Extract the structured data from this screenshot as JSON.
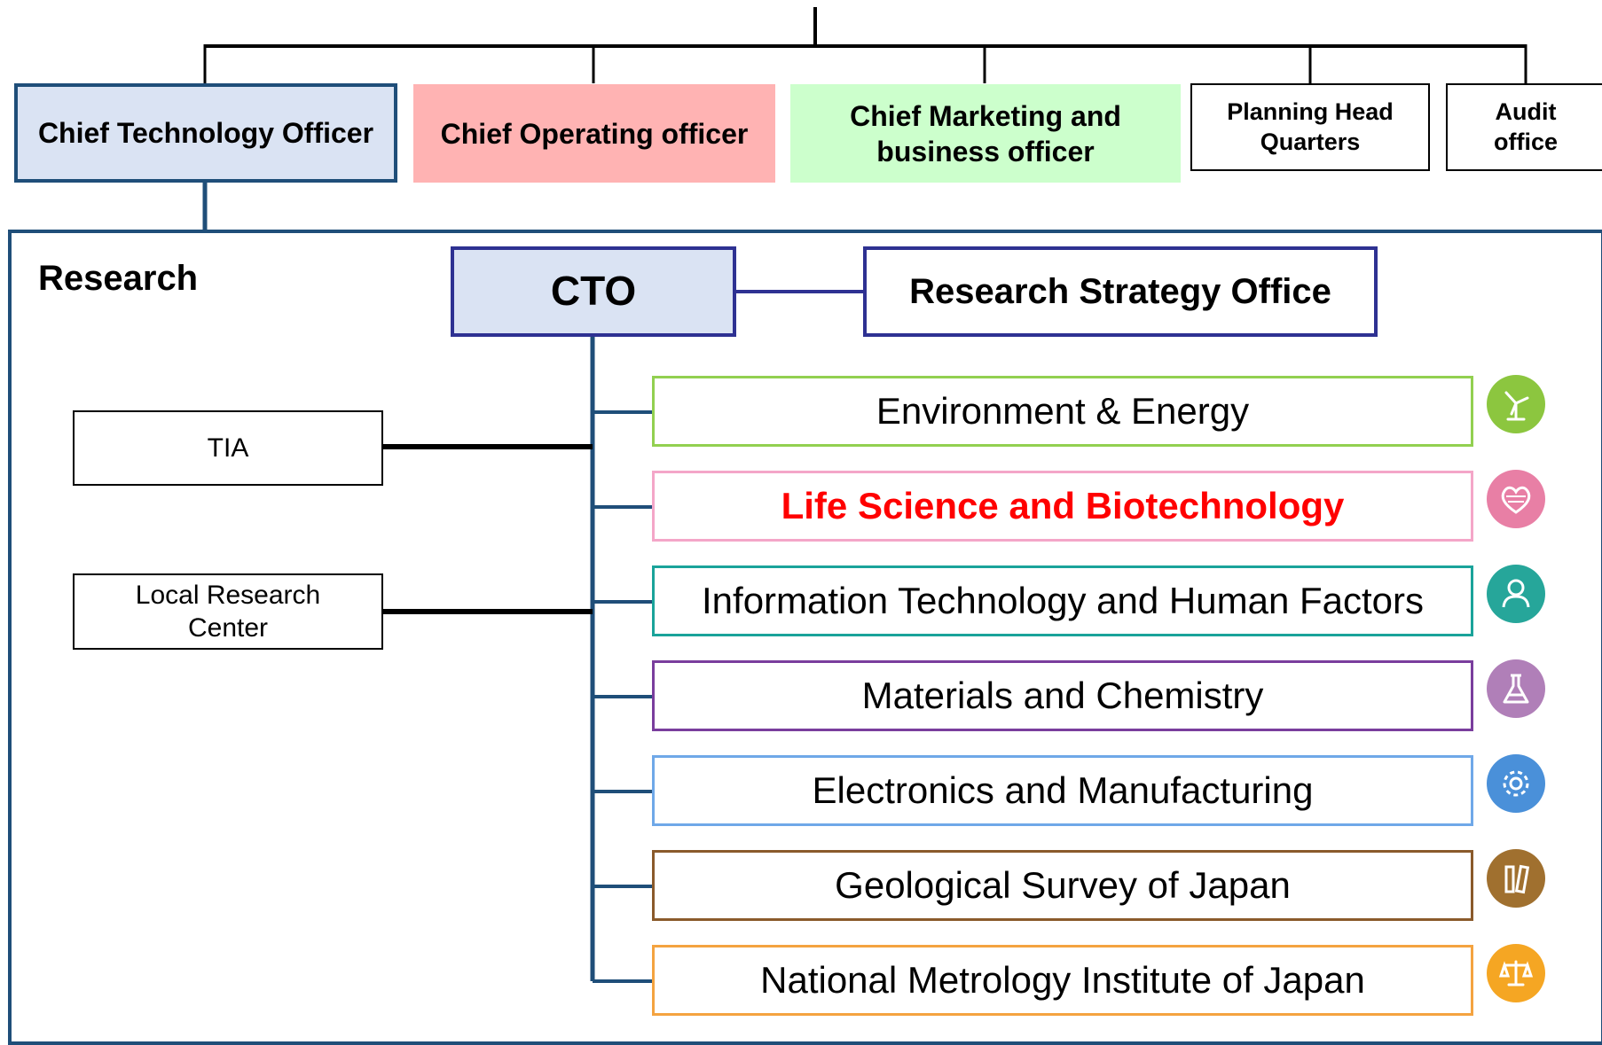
{
  "top_row": {
    "cto_officer": "Chief Technology Officer",
    "coo": "Chief Operating officer",
    "cmo": "Chief Marketing and business officer",
    "planning": "Planning Head Quarters",
    "audit": "Audit office"
  },
  "research": {
    "section_label": "Research",
    "cto": "CTO",
    "strategy_office": "Research Strategy Office",
    "left_units": [
      "TIA",
      "Local Research Center"
    ],
    "departments": [
      {
        "label": "Environment & Energy",
        "color": "#92D050",
        "icon": "wind-turbine-icon",
        "text_color": "#000000"
      },
      {
        "label": "Life Science and Biotechnology",
        "color": "#F4A6C8",
        "icon": "heart-icon",
        "text_color": "#FF0000"
      },
      {
        "label": "Information Technology and Human Factors",
        "color": "#1AA39A",
        "icon": "person-icon",
        "text_color": "#000000"
      },
      {
        "label": "Materials and Chemistry",
        "color": "#7A3E9D",
        "icon": "flask-icon",
        "text_color": "#000000"
      },
      {
        "label": "Electronics and Manufacturing",
        "color": "#6FA8E8",
        "icon": "gear-icon",
        "text_color": "#000000"
      },
      {
        "label": "Geological Survey of Japan",
        "color": "#8A5A2B",
        "icon": "tools-icon",
        "text_color": "#000000"
      },
      {
        "label": "National Metrology Institute of Japan",
        "color": "#F4A340",
        "icon": "scale-icon",
        "text_color": "#000000"
      }
    ]
  },
  "colors": {
    "navy": "#1F4E79",
    "cto_fill": "#DAE3F3",
    "coo_fill": "#FFB3B3",
    "cmo_fill": "#CCFFCC",
    "strategy_border": "#2E3192"
  }
}
